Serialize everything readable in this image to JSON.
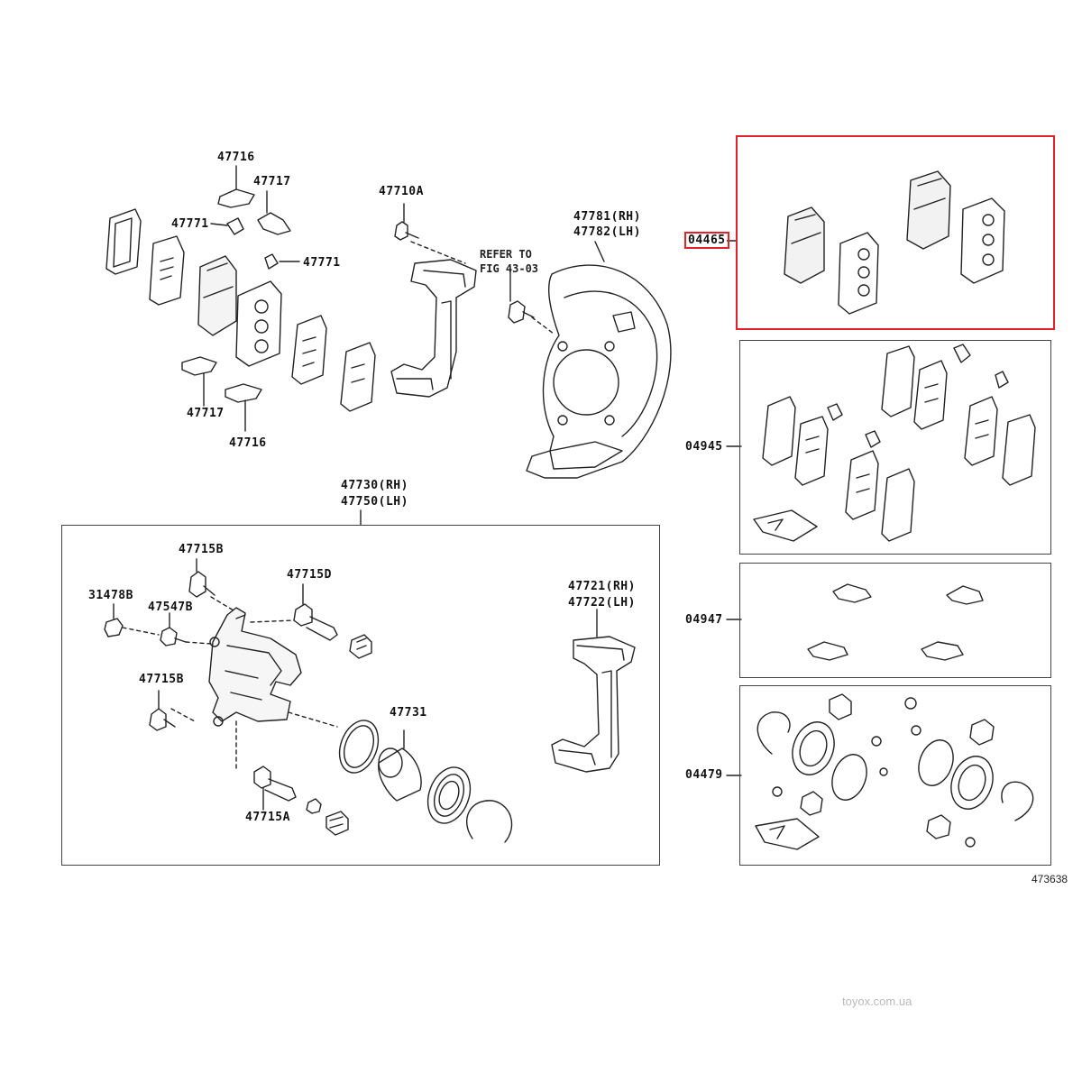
{
  "labels": {
    "p47716_top": "47716",
    "p47717_top": "47717",
    "p47771_left": "47771",
    "p47771_right": "47771",
    "p47717_bottom": "47717",
    "p47716_bottom": "47716",
    "p47710A": "47710A",
    "refer_to": "REFER TO",
    "fig": "FIG 43-03",
    "p47781": "47781(RH)",
    "p47782": "47782(LH)",
    "p47730": "47730(RH)",
    "p47750": "47750(LH)",
    "p47715B_top": "47715B",
    "p47715D": "47715D",
    "p31478B": "31478B",
    "p47547B": "47547B",
    "p47715B_mid": "47715B",
    "p47731": "47731",
    "p47715A": "47715A",
    "p47721": "47721(RH)",
    "p47722": "47722(LH)",
    "k04465": "04465",
    "k04945": "04945",
    "k04947": "04947",
    "k04479": "04479"
  },
  "illustration_id": "473638",
  "watermark": "toyox.com.ua",
  "selected_part": "04465",
  "colors": {
    "highlight": "#e3212b",
    "ink": "#222222",
    "watermark": "#b9b9b9"
  }
}
